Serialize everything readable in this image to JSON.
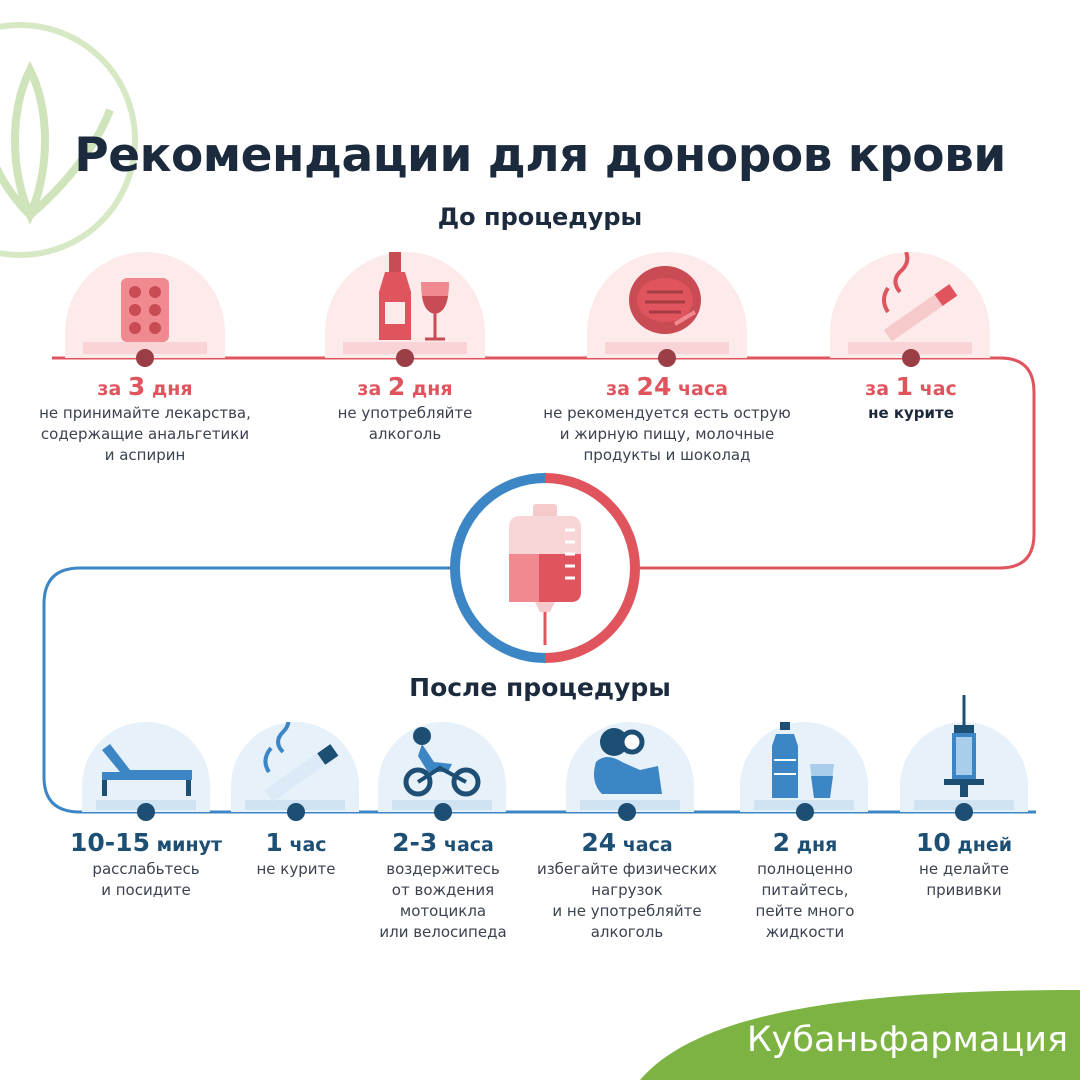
{
  "title": "Рекомендации для доноров крови",
  "before": {
    "heading": "До процедуры",
    "steps": [
      {
        "prefix": "за ",
        "num": "3",
        "unit": " дня",
        "desc": "не принимайте лекарства,\nсодержащие анальгетики\nи аспирин",
        "icon": "pills-icon"
      },
      {
        "prefix": "за ",
        "num": "2",
        "unit": " дня",
        "desc": "не употребляйте\nалкоголь",
        "icon": "wine-icon"
      },
      {
        "prefix": "за ",
        "num": "24",
        "unit": " часа",
        "desc": "не рекомендуется есть острую\nи жирную пищу, молочные\nпродукты и шоколад",
        "icon": "steak-icon"
      },
      {
        "prefix": "за ",
        "num": "1",
        "unit": " час",
        "desc": "не курите",
        "icon": "cigarette-icon"
      }
    ]
  },
  "after": {
    "heading": "После процедуры",
    "steps": [
      {
        "num": "10-15",
        "unit": " минут",
        "desc": "расслабьтесь\nи посидите",
        "icon": "lounger-icon"
      },
      {
        "num": "1",
        "unit": " час",
        "desc": "не курите",
        "icon": "cigarette-icon"
      },
      {
        "num": "2-3",
        "unit": " часа",
        "desc": "воздержитесь\nот вождения\nмотоцикла\nили велосипеда",
        "icon": "motorcycle-icon"
      },
      {
        "num": "24",
        "unit": " часа",
        "desc": "избегайте физических\nнагрузок\nи не употребляйте\nалкоголь",
        "icon": "muscle-icon"
      },
      {
        "num": "2",
        "unit": " дня",
        "desc": "полноценно\nпитайтесь,\nпейте много\nжидкости",
        "icon": "water-icon"
      },
      {
        "num": "10",
        "unit": " дней",
        "desc": "не делайте\nпрививки",
        "icon": "syringe-icon"
      }
    ]
  },
  "center_icon": "blood-bag-icon",
  "brand": "Кубаньфармация",
  "colors": {
    "red": "#e0545e",
    "blue": "#3d86c6",
    "navy": "#1c2a3d",
    "green": "#7cb342"
  }
}
